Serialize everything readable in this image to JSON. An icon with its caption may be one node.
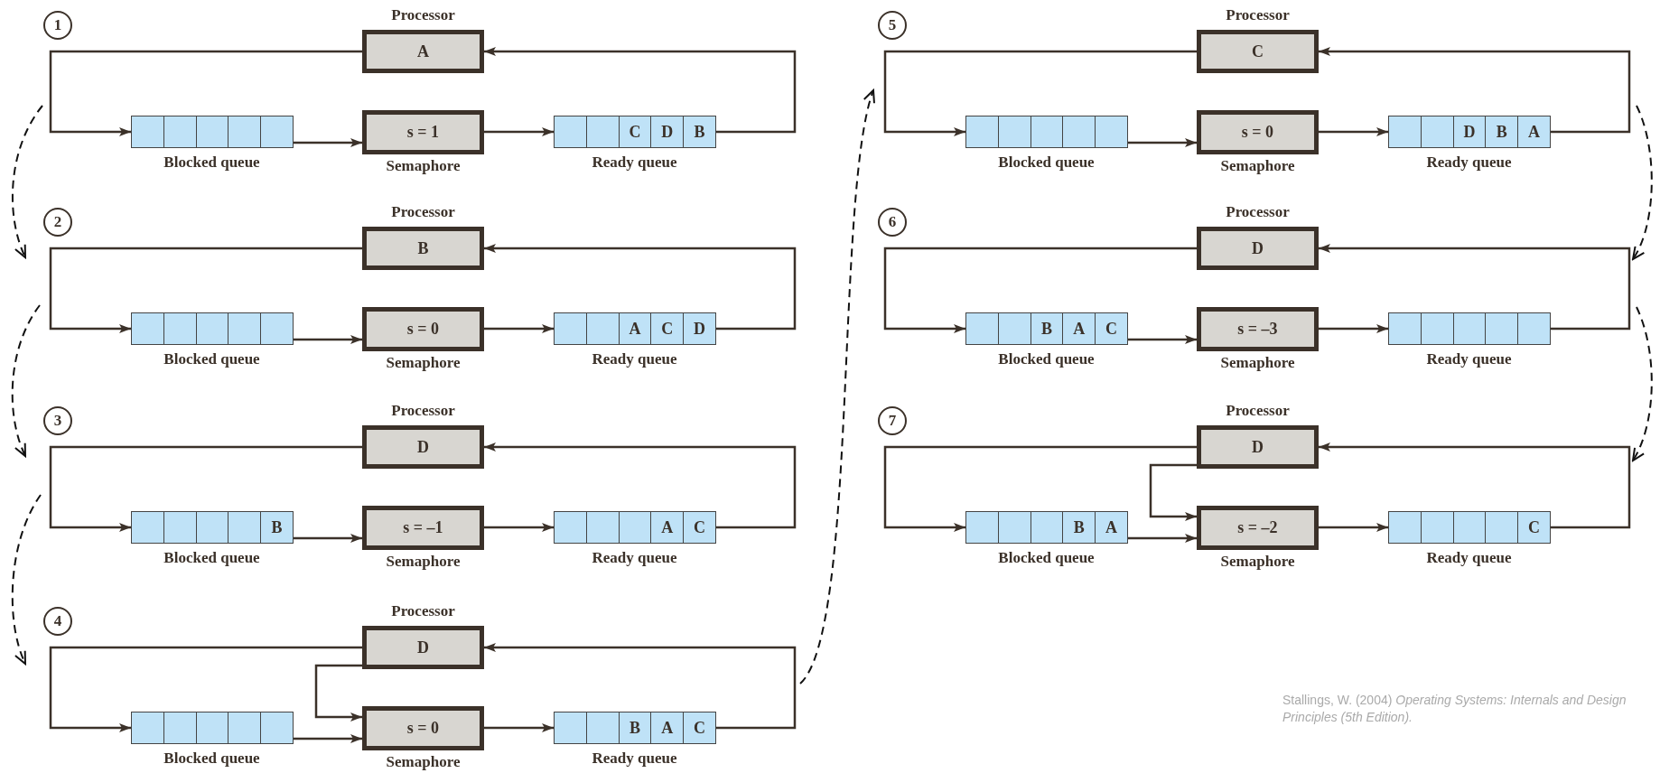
{
  "diagram": {
    "nodes": [
      {
        "text": [
          "1"
        ]
      },
      {
        "text": [
          "A"
        ],
        "beside": [
          "Processor"
        ]
      },
      {
        "text": [],
        "shape": "bar",
        "beside": [
          "Blocked queue"
        ]
      },
      {
        "text": [
          "s = 1"
        ],
        "beside": [
          "Semaphore"
        ]
      },
      {
        "text": [
          "C",
          "D",
          "B"
        ],
        "beside": [
          "Ready queue"
        ]
      },
      {
        "text": [
          "2"
        ]
      },
      {
        "text": [
          "B"
        ],
        "beside": [
          "Processor"
        ]
      },
      {
        "text": [],
        "shape": "bar",
        "beside": [
          "Blocked queue"
        ]
      },
      {
        "text": [
          "s = 0"
        ],
        "beside": [
          "Semaphore"
        ]
      },
      {
        "text": [
          "A",
          "C",
          "D"
        ],
        "beside": [
          "Ready queue"
        ]
      },
      {
        "text": [
          "3"
        ]
      },
      {
        "text": [
          "D"
        ],
        "beside": [
          "Processor"
        ]
      },
      {
        "text": [
          "B"
        ],
        "beside": [
          "Blocked queue"
        ]
      },
      {
        "text": [
          "s = –1"
        ],
        "beside": [
          "Semaphore"
        ]
      },
      {
        "text": [
          "A",
          "C"
        ],
        "beside": [
          "Ready queue"
        ]
      },
      {
        "text": [
          "4"
        ]
      },
      {
        "text": [
          "D"
        ],
        "beside": [
          "Processor"
        ]
      },
      {
        "text": [],
        "shape": "bar",
        "beside": [
          "Blocked queue"
        ]
      },
      {
        "text": [
          "s = 0"
        ],
        "beside": [
          "Semaphore"
        ]
      },
      {
        "text": [
          "B",
          "A",
          "C"
        ],
        "beside": [
          "Ready queue"
        ]
      },
      {
        "text": [
          "5"
        ]
      },
      {
        "text": [
          "C"
        ],
        "beside": [
          "Processor"
        ]
      },
      {
        "text": [],
        "shape": "bar",
        "beside": [
          "Blocked queue"
        ]
      },
      {
        "text": [
          "s = 0"
        ],
        "beside": [
          "Semaphore"
        ]
      },
      {
        "text": [
          "D",
          "B",
          "A"
        ],
        "beside": [
          "Ready queue"
        ]
      },
      {
        "text": [
          "6"
        ]
      },
      {
        "text": [
          "D"
        ],
        "beside": [
          "Processor"
        ]
      },
      {
        "text": [
          "B",
          "A",
          "C"
        ],
        "beside": [
          "Blocked queue"
        ]
      },
      {
        "text": [
          "s = –3"
        ],
        "beside": [
          "Semaphore"
        ]
      },
      {
        "text": [],
        "shape": "bar",
        "beside": [
          "Ready queue"
        ]
      },
      {
        "text": [
          "7"
        ]
      },
      {
        "text": [
          "D"
        ],
        "beside": [
          "Processor"
        ]
      },
      {
        "text": [
          "B",
          "A"
        ],
        "beside": [
          "Blocked queue"
        ]
      },
      {
        "text": [
          "s = –2"
        ],
        "beside": [
          "Semaphore"
        ]
      },
      {
        "text": [
          "C"
        ],
        "beside": [
          "Ready queue"
        ]
      }
    ],
    "edges": [
      {
        "from": 1,
        "to": 2,
        "arrow": "to"
      },
      {
        "from": 2,
        "to": 3,
        "arrow": "to"
      },
      {
        "from": 3,
        "to": 4,
        "arrow": "to"
      },
      {
        "from": 4,
        "to": 1,
        "arrow": "to"
      },
      {
        "from": 6,
        "to": 7,
        "arrow": "to"
      },
      {
        "from": 7,
        "to": 8,
        "arrow": "to"
      },
      {
        "from": 8,
        "to": 9,
        "arrow": "to"
      },
      {
        "from": 9,
        "to": 6,
        "arrow": "to"
      },
      {
        "from": 11,
        "to": 12,
        "arrow": "to"
      },
      {
        "from": 12,
        "to": 13,
        "arrow": "to"
      },
      {
        "from": 13,
        "to": 14,
        "arrow": "to"
      },
      {
        "from": 14,
        "to": 11,
        "arrow": "to"
      },
      {
        "from": 16,
        "to": 17,
        "arrow": "to"
      },
      {
        "from": 17,
        "to": 18,
        "arrow": "to"
      },
      {
        "from": 18,
        "to": 19,
        "arrow": "to"
      },
      {
        "from": 19,
        "to": 16,
        "arrow": "to"
      },
      {
        "from": 16,
        "to": 18,
        "arrow": "to"
      },
      {
        "from": 21,
        "to": 22,
        "arrow": "to"
      },
      {
        "from": 22,
        "to": 23,
        "arrow": "to"
      },
      {
        "from": 23,
        "to": 24,
        "arrow": "to"
      },
      {
        "from": 24,
        "to": 21,
        "arrow": "to"
      },
      {
        "from": 26,
        "to": 27,
        "arrow": "to"
      },
      {
        "from": 27,
        "to": 28,
        "arrow": "to"
      },
      {
        "from": 28,
        "to": 29,
        "arrow": "to"
      },
      {
        "from": 29,
        "to": 26,
        "arrow": "to"
      },
      {
        "from": 31,
        "to": 32,
        "arrow": "to"
      },
      {
        "from": 32,
        "to": 33,
        "arrow": "to"
      },
      {
        "from": 33,
        "to": 34,
        "arrow": "to"
      },
      {
        "from": 34,
        "to": 31,
        "arrow": "to"
      },
      {
        "from": 31,
        "to": 33,
        "arrow": "to"
      }
    ],
    "labels": [
      "Stallings, W. (2004) *Operating Systems: Internals and Design Principles (5th Edition).*"
    ]
  }
}
